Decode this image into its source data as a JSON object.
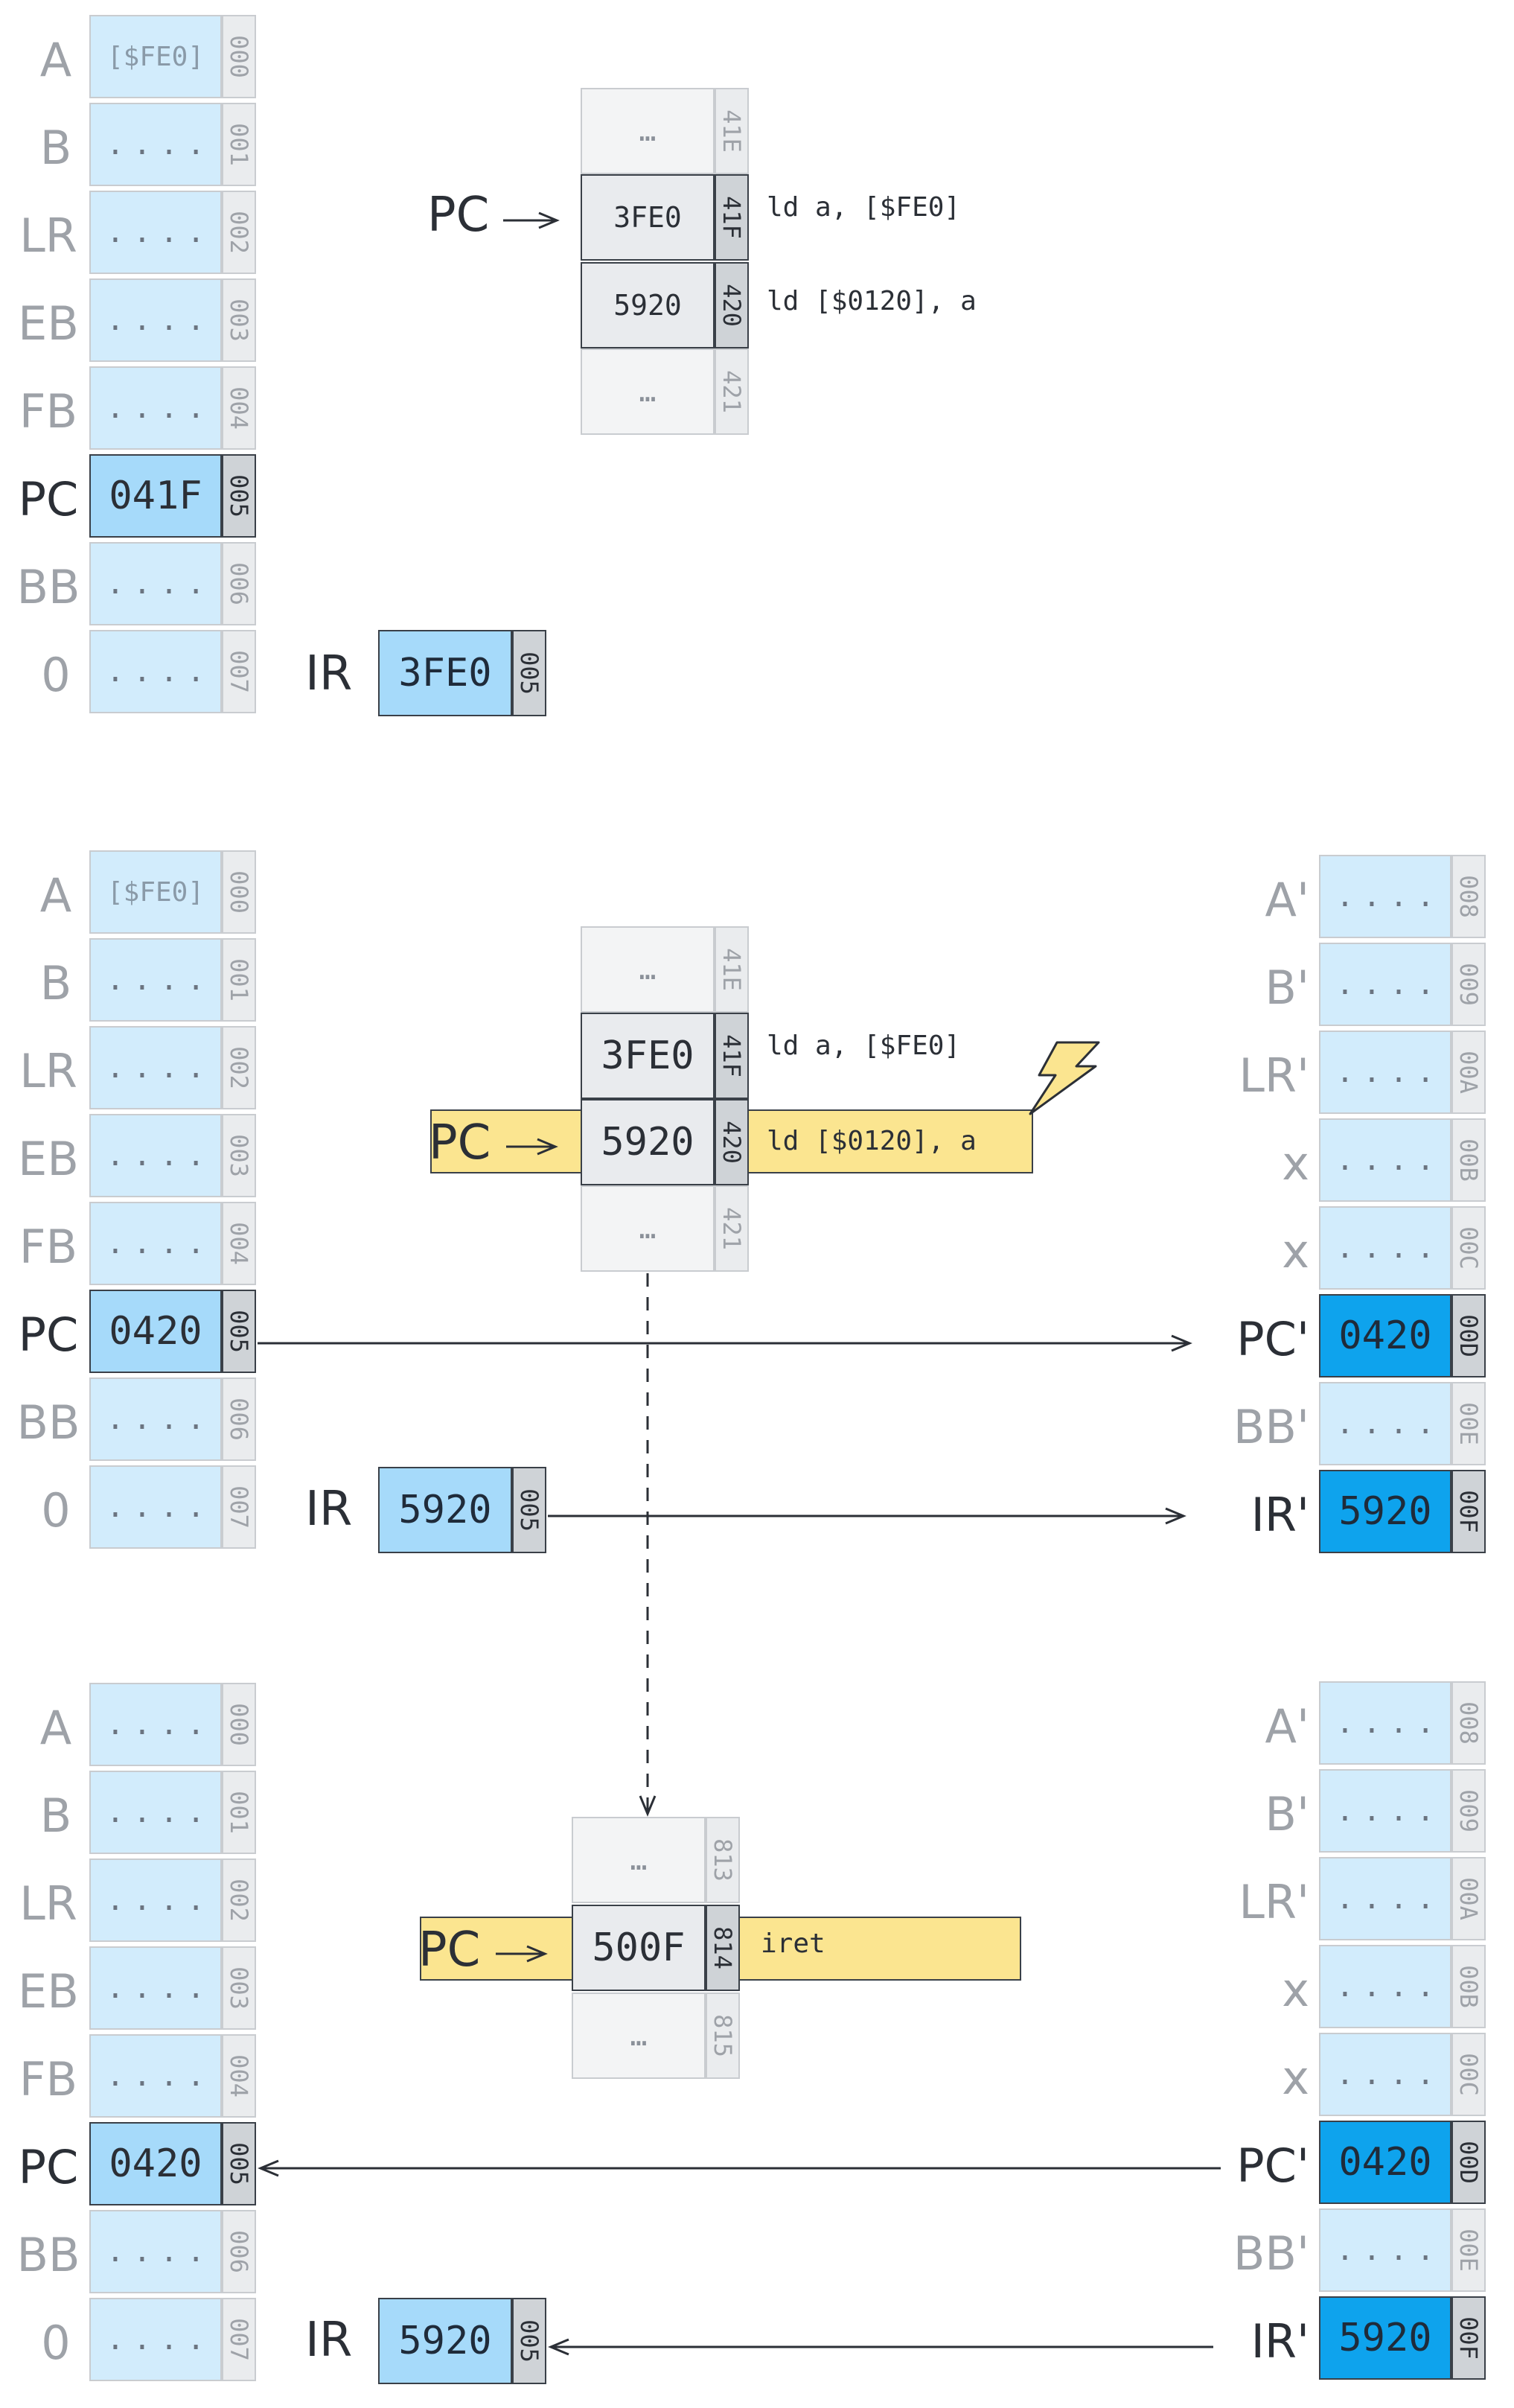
{
  "sections": {
    "top": {
      "registers": [
        {
          "label": "A",
          "value": "[$FE0]",
          "addr": "000"
        },
        {
          "label": "B",
          "value": "....",
          "addr": "001"
        },
        {
          "label": "LR",
          "value": "....",
          "addr": "002"
        },
        {
          "label": "EB",
          "value": "....",
          "addr": "003"
        },
        {
          "label": "FB",
          "value": "....",
          "addr": "004"
        },
        {
          "label": "PC",
          "value": "041F",
          "addr": "005"
        },
        {
          "label": "BB",
          "value": "....",
          "addr": "006"
        },
        {
          "label": "0",
          "value": "....",
          "addr": "007"
        }
      ],
      "program": [
        {
          "value": "…",
          "addr": "41E",
          "instr": ""
        },
        {
          "value": "3FE0",
          "addr": "41F",
          "instr": "ld a, [$FE0]"
        },
        {
          "value": "5920",
          "addr": "420",
          "instr": "ld [$0120], a"
        },
        {
          "value": "…",
          "addr": "421",
          "instr": ""
        }
      ],
      "pc_label": "PC",
      "ir": {
        "label": "IR",
        "value": "3FE0",
        "addr": "005"
      }
    },
    "middle": {
      "registers": [
        {
          "label": "A",
          "value": "[$FE0]",
          "addr": "000"
        },
        {
          "label": "B",
          "value": "....",
          "addr": "001"
        },
        {
          "label": "LR",
          "value": "....",
          "addr": "002"
        },
        {
          "label": "EB",
          "value": "....",
          "addr": "003"
        },
        {
          "label": "FB",
          "value": "....",
          "addr": "004"
        },
        {
          "label": "PC",
          "value": "0420",
          "addr": "005"
        },
        {
          "label": "BB",
          "value": "....",
          "addr": "006"
        },
        {
          "label": "0",
          "value": "....",
          "addr": "007"
        }
      ],
      "program": [
        {
          "value": "…",
          "addr": "41E",
          "instr": ""
        },
        {
          "value": "3FE0",
          "addr": "41F",
          "instr": "ld a, [$FE0]"
        },
        {
          "value": "5920",
          "addr": "420",
          "instr": "ld [$0120], a"
        },
        {
          "value": "…",
          "addr": "421",
          "instr": ""
        }
      ],
      "pc_label": "PC",
      "ir": {
        "label": "IR",
        "value": "5920",
        "addr": "005"
      },
      "shadow": [
        {
          "label": "A'",
          "value": "....",
          "addr": "008"
        },
        {
          "label": "B'",
          "value": "....",
          "addr": "009"
        },
        {
          "label": "LR'",
          "value": "....",
          "addr": "00A"
        },
        {
          "label": "x",
          "value": "....",
          "addr": "00B"
        },
        {
          "label": "x",
          "value": "....",
          "addr": "00C"
        },
        {
          "label": "PC'",
          "value": "0420",
          "addr": "00D"
        },
        {
          "label": "BB'",
          "value": "....",
          "addr": "00E"
        },
        {
          "label": "IR'",
          "value": "5920",
          "addr": "00F"
        }
      ]
    },
    "bottom": {
      "registers": [
        {
          "label": "A",
          "value": "....",
          "addr": "000"
        },
        {
          "label": "B",
          "value": "....",
          "addr": "001"
        },
        {
          "label": "LR",
          "value": "....",
          "addr": "002"
        },
        {
          "label": "EB",
          "value": "....",
          "addr": "003"
        },
        {
          "label": "FB",
          "value": "....",
          "addr": "004"
        },
        {
          "label": "PC",
          "value": "0420",
          "addr": "005"
        },
        {
          "label": "BB",
          "value": "....",
          "addr": "006"
        },
        {
          "label": "0",
          "value": "....",
          "addr": "007"
        }
      ],
      "program": [
        {
          "value": "…",
          "addr": "813",
          "instr": ""
        },
        {
          "value": "500F",
          "addr": "814",
          "instr": "iret"
        },
        {
          "value": "…",
          "addr": "815",
          "instr": ""
        }
      ],
      "pc_label": "PC",
      "ir": {
        "label": "IR",
        "value": "5920",
        "addr": "005"
      },
      "shadow": [
        {
          "label": "A'",
          "value": "....",
          "addr": "008"
        },
        {
          "label": "B'",
          "value": "....",
          "addr": "009"
        },
        {
          "label": "LR'",
          "value": "....",
          "addr": "00A"
        },
        {
          "label": "x",
          "value": "....",
          "addr": "00B"
        },
        {
          "label": "x",
          "value": "....",
          "addr": "00C"
        },
        {
          "label": "PC'",
          "value": "0420",
          "addr": "00D"
        },
        {
          "label": "BB'",
          "value": "....",
          "addr": "00E"
        },
        {
          "label": "IR'",
          "value": "5920",
          "addr": "00F"
        }
      ]
    }
  },
  "icons": {
    "interrupt": "lightning-icon"
  },
  "colors": {
    "register": "#d2ecfc",
    "register_active": "#a6dafa",
    "shadow_active": "#0ea3ed",
    "highlight": "#fbe590"
  }
}
